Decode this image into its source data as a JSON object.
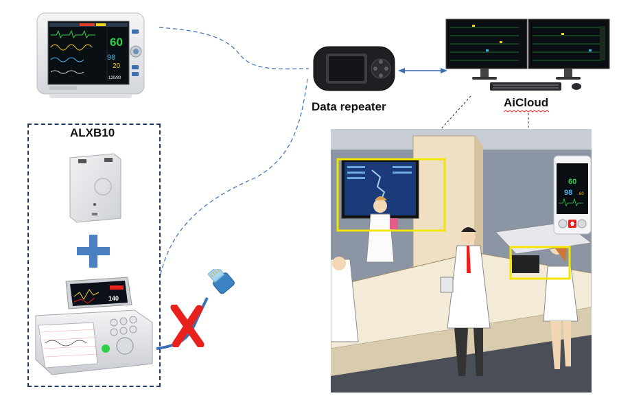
{
  "labels": {
    "data_repeater": "Data repeater",
    "aicloud": "AiCloud",
    "alxb10": "ALXB10"
  },
  "monitor_readings": {
    "heart_rate": "60",
    "spo2": "98",
    "resp": "20",
    "nibp": "120/80"
  },
  "phone_readings": {
    "heart_rate": "60",
    "spo2": "98",
    "pulse": "60"
  },
  "fetal_monitor_readings": {
    "value_a": "140"
  },
  "colors": {
    "dashed_link": "#3a6fb5",
    "plus_sign": "#4a7fc1",
    "highlight_box": "#f2e600",
    "no_connection_x": "#e8211c",
    "box_border": "#1f3864"
  },
  "icons": [
    "patient-monitor-icon",
    "data-repeater-icon",
    "workstation-icon",
    "sensor-box-icon",
    "plus-icon",
    "fetal-monitor-icon",
    "ethernet-cable-icon",
    "no-connection-icon",
    "mobile-app-icon"
  ]
}
